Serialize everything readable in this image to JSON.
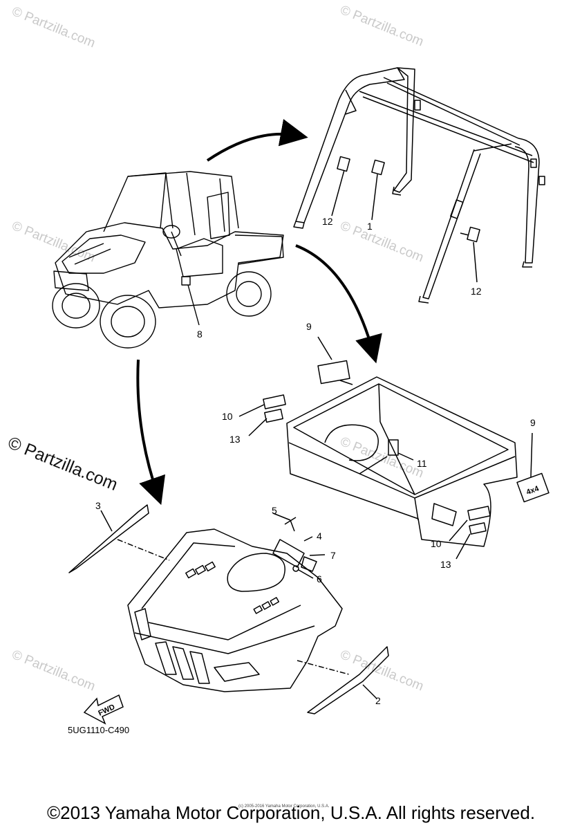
{
  "watermark": {
    "text": "© Partzilla.com",
    "large_text": "© Partzilla.com"
  },
  "callouts": {
    "c1": "1",
    "c2": "2",
    "c3": "3",
    "c4": "4",
    "c5": "5",
    "c6": "6",
    "c7": "7",
    "c8": "8",
    "c9a": "9",
    "c9b": "9",
    "c10a": "10",
    "c10b": "10",
    "c11": "11",
    "c12a": "12",
    "c12b": "12",
    "c13a": "13",
    "c13b": "13"
  },
  "fwd_label": "FWD",
  "diagram_code": "5UG1110-C490",
  "small_copyright": "(c) 2005-2016 Yamaha Motor Corporation, U.S.A.",
  "footer": "©2013 Yamaha Motor Corporation, U.S.A. All rights reserved.",
  "colors": {
    "line": "#000000",
    "watermark": "#c9c9c9",
    "background": "#ffffff"
  }
}
